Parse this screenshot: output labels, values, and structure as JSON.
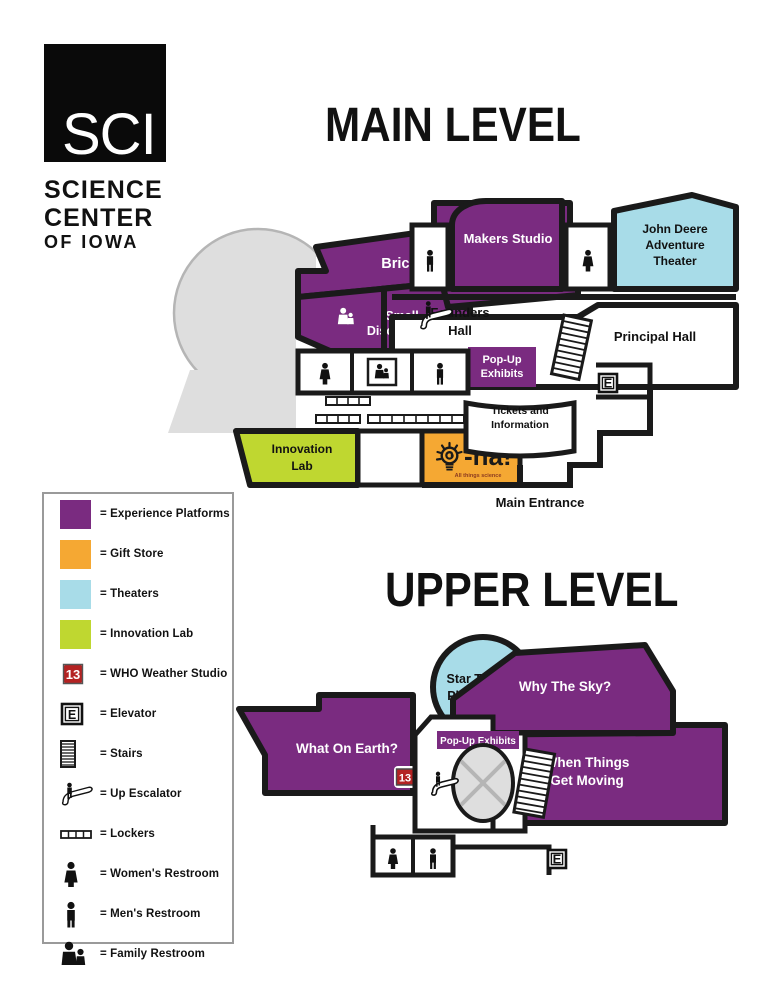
{
  "logo": {
    "mark_text": "SCI",
    "wordmark_line1": "SCIENCE",
    "wordmark_line2": "CENTER",
    "wordmark_line3": "OF IOWA"
  },
  "titles": {
    "main_level": "MAIN LEVEL",
    "upper_level": "UPPER LEVEL"
  },
  "colors": {
    "experience_platforms": "#7A2B80",
    "gift_store": "#F5A833",
    "theaters": "#A8DCE8",
    "innovation_lab": "#BFD730",
    "wall": "#1a1a1a",
    "dome": "#DEDEDE",
    "text_dark": "#111111",
    "text_light": "#ffffff"
  },
  "main_level": {
    "rooms": [
      {
        "name": "Brick by Brick",
        "label": "Brick by Brick",
        "type": "experience-platform"
      },
      {
        "name": "Small Discoveries",
        "label": "Small\nDiscoveries",
        "label_line1": "Small",
        "label_line2": "Discoveries",
        "type": "experience-platform"
      },
      {
        "name": "Makers Studio",
        "label": "Makers Studio",
        "type": "experience-platform"
      },
      {
        "name": "John Deere Adventure Theater",
        "label_line1": "John Deere",
        "label_line2": "Adventure",
        "label_line3": "Theater",
        "type": "theater"
      },
      {
        "name": "Founders Hall",
        "label_line1": "Founders",
        "label_line2": "Hall",
        "type": "hall"
      },
      {
        "name": "Principal Hall",
        "label": "Principal Hall",
        "type": "hall"
      },
      {
        "name": "Pop-Up Exhibits",
        "label_line1": "Pop-Up",
        "label_line2": "Exhibits",
        "type": "experience-platform"
      },
      {
        "name": "Tickets and Information",
        "label_line1": "Tickets and",
        "label_line2": "Information",
        "type": "desk"
      },
      {
        "name": "Innovation Lab",
        "label_line1": "Innovation",
        "label_line2": "Lab",
        "type": "innovation-lab"
      },
      {
        "name": "a-ha!",
        "label": "-ha!",
        "tagline": "All things science",
        "type": "gift-store"
      },
      {
        "name": "Main Entrance",
        "label": "Main Entrance",
        "type": "entrance"
      }
    ]
  },
  "upper_level": {
    "rooms": [
      {
        "name": "Star Theater Planetarium",
        "label_line1": "Star Theater",
        "label_line2": "Planetarium",
        "type": "theater"
      },
      {
        "name": "Why The Sky?",
        "label": "Why The Sky?",
        "type": "experience-platform"
      },
      {
        "name": "What On Earth?",
        "label": "What On Earth?",
        "type": "experience-platform"
      },
      {
        "name": "When Things Get Moving",
        "label_line1": "When Things",
        "label_line2": "Get Moving",
        "type": "experience-platform"
      },
      {
        "name": "Pop-Up Exhibits",
        "label": "Pop-Up Exhibits",
        "type": "experience-platform"
      }
    ]
  },
  "legend": {
    "items": [
      {
        "icon": "swatch-purple",
        "icon_name": "experience-platforms-swatch",
        "label": "= Experience Platforms"
      },
      {
        "icon": "swatch-orange",
        "icon_name": "gift-store-swatch",
        "label": "= Gift Store"
      },
      {
        "icon": "swatch-blue",
        "icon_name": "theaters-swatch",
        "label": "= Theaters"
      },
      {
        "icon": "swatch-green",
        "icon_name": "innovation-lab-swatch",
        "label": "= Innovation Lab"
      },
      {
        "icon": "who-13",
        "icon_name": "who-weather-studio-icon",
        "label": "= WHO Weather Studio"
      },
      {
        "icon": "elevator",
        "icon_name": "elevator-icon",
        "label": "= Elevator"
      },
      {
        "icon": "stairs",
        "icon_name": "stairs-icon",
        "label": "= Stairs"
      },
      {
        "icon": "escalator",
        "icon_name": "up-escalator-icon",
        "label": "= Up Escalator"
      },
      {
        "icon": "lockers",
        "icon_name": "lockers-icon",
        "label": "= Lockers"
      },
      {
        "icon": "women",
        "icon_name": "womens-restroom-icon",
        "label": "= Women's Restroom"
      },
      {
        "icon": "men",
        "icon_name": "mens-restroom-icon",
        "label": "= Men's Restroom"
      },
      {
        "icon": "family",
        "icon_name": "family-restroom-icon",
        "label": "= Family Restroom"
      }
    ]
  },
  "icon_glyphs": {
    "elevator": "E",
    "who": "13"
  }
}
